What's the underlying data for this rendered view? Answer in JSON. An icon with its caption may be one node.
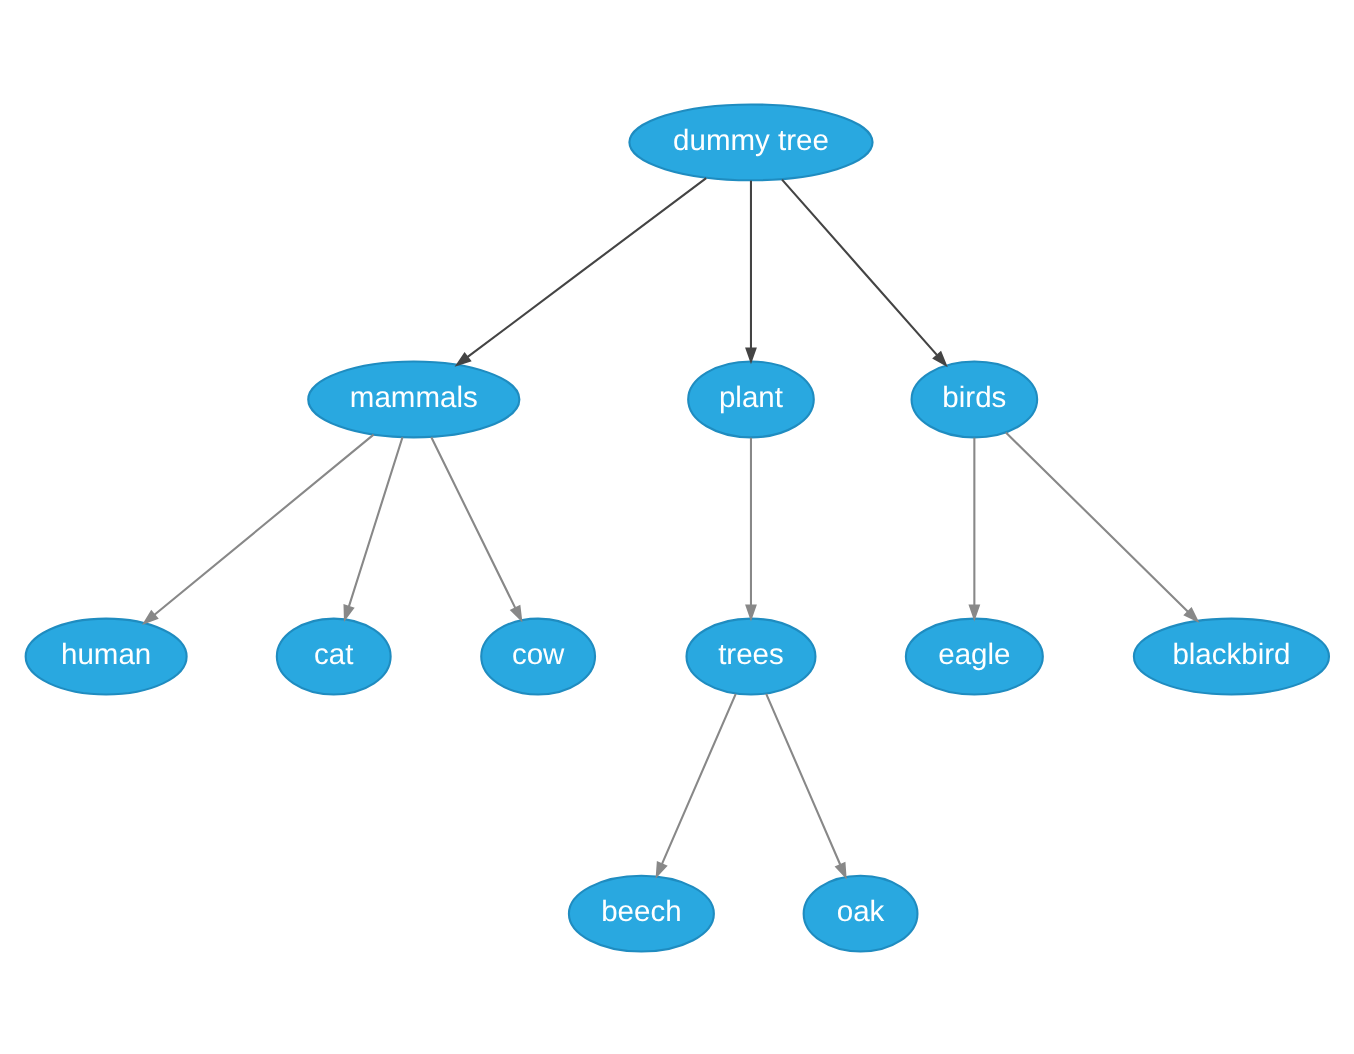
{
  "diagram": {
    "nodes": [
      {
        "text": [
          "dummy tree"
        ]
      },
      {
        "text": [
          "mammals"
        ]
      },
      {
        "text": [
          "plant"
        ]
      },
      {
        "text": [
          "birds"
        ]
      },
      {
        "text": [
          "human"
        ]
      },
      {
        "text": [
          "cat"
        ]
      },
      {
        "text": [
          "cow"
        ]
      },
      {
        "text": [
          "trees"
        ]
      },
      {
        "text": [
          "eagle"
        ]
      },
      {
        "text": [
          "blackbird"
        ]
      },
      {
        "text": [
          "beech"
        ]
      },
      {
        "text": [
          "oak"
        ]
      }
    ],
    "edges": [
      {
        "from": 0,
        "to": 1,
        "arrow": "to",
        "color": "#444444"
      },
      {
        "from": 0,
        "to": 2,
        "arrow": "to",
        "color": "#444444"
      },
      {
        "from": 0,
        "to": 3,
        "arrow": "to",
        "color": "#444444"
      },
      {
        "from": 1,
        "to": 4,
        "arrow": "to"
      },
      {
        "from": 1,
        "to": 5,
        "arrow": "to"
      },
      {
        "from": 1,
        "to": 6,
        "arrow": "to"
      },
      {
        "from": 2,
        "to": 7,
        "arrow": "to"
      },
      {
        "from": 3,
        "to": 8,
        "arrow": "to"
      },
      {
        "from": 3,
        "to": 9,
        "arrow": "to"
      },
      {
        "from": 7,
        "to": 10,
        "arrow": "to"
      },
      {
        "from": 7,
        "to": 11,
        "arrow": "to"
      }
    ]
  }
}
